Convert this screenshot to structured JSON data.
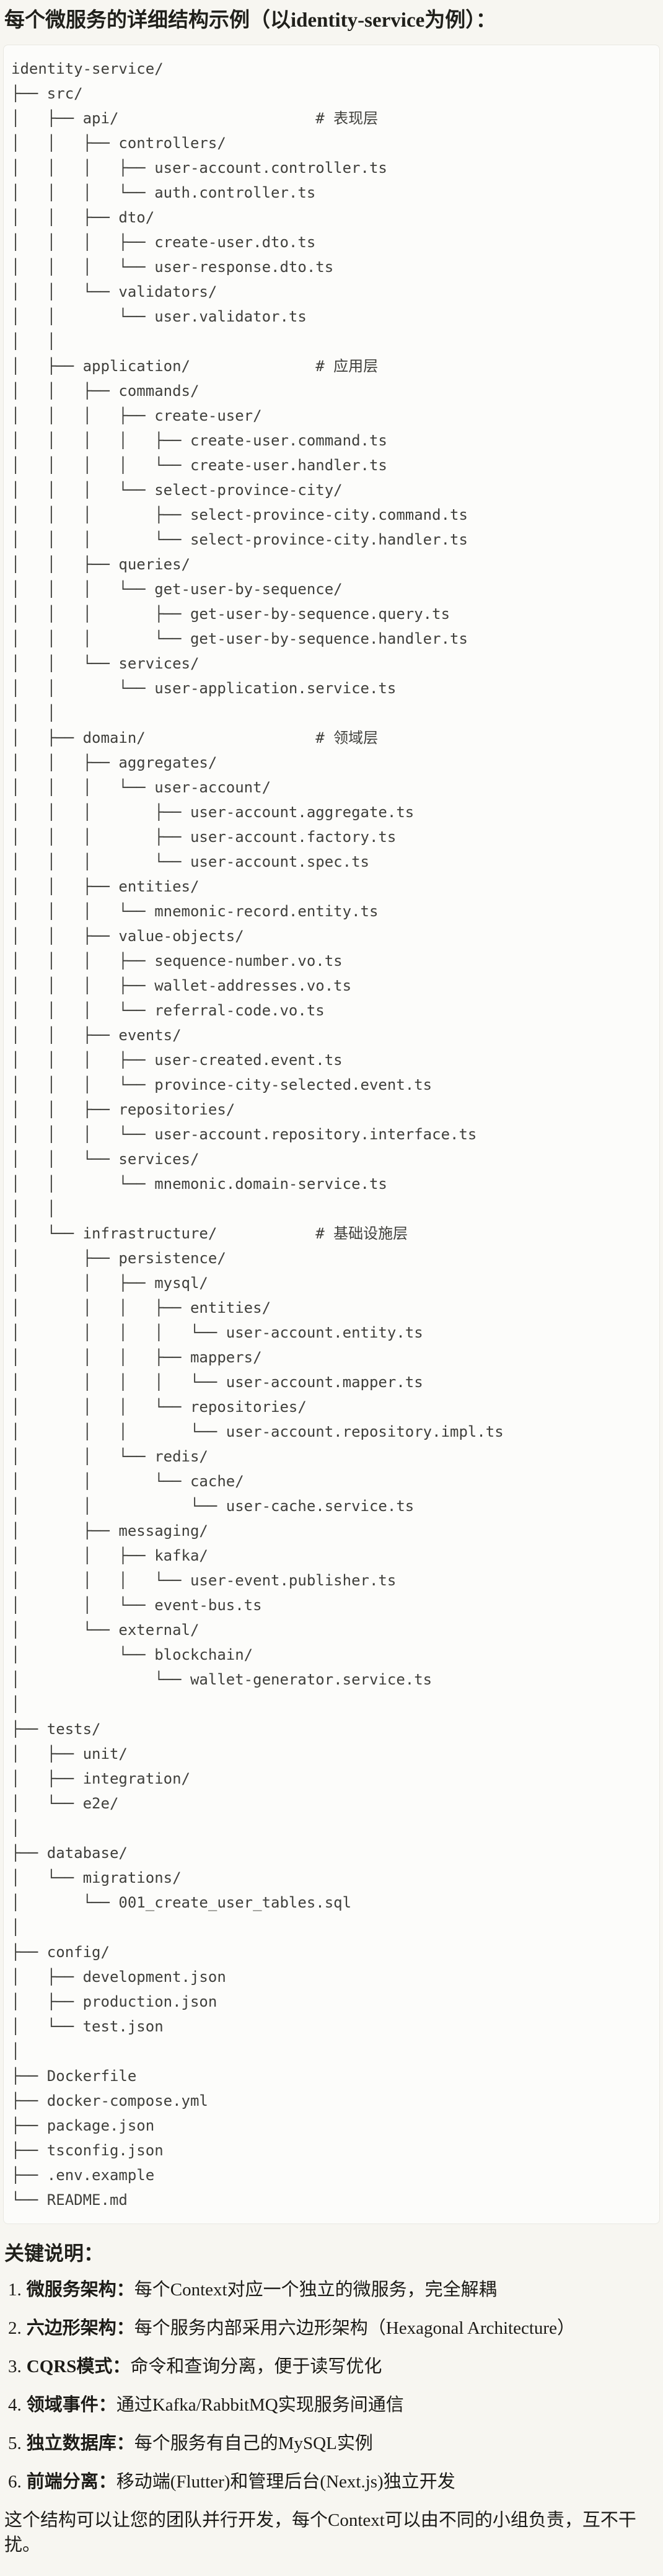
{
  "page": {
    "title": "每个微服务的详细结构示例（以identity-service为例）："
  },
  "tree": {
    "lines": [
      "identity-service/",
      "├── src/",
      "│   ├── api/                      # 表现层",
      "│   │   ├── controllers/",
      "│   │   │   ├── user-account.controller.ts",
      "│   │   │   └── auth.controller.ts",
      "│   │   ├── dto/",
      "│   │   │   ├── create-user.dto.ts",
      "│   │   │   └── user-response.dto.ts",
      "│   │   └── validators/",
      "│   │       └── user.validator.ts",
      "│   │",
      "│   ├── application/              # 应用层",
      "│   │   ├── commands/",
      "│   │   │   ├── create-user/",
      "│   │   │   │   ├── create-user.command.ts",
      "│   │   │   │   └── create-user.handler.ts",
      "│   │   │   └── select-province-city/",
      "│   │   │       ├── select-province-city.command.ts",
      "│   │   │       └── select-province-city.handler.ts",
      "│   │   ├── queries/",
      "│   │   │   └── get-user-by-sequence/",
      "│   │   │       ├── get-user-by-sequence.query.ts",
      "│   │   │       └── get-user-by-sequence.handler.ts",
      "│   │   └── services/",
      "│   │       └── user-application.service.ts",
      "│   │",
      "│   ├── domain/                   # 领域层",
      "│   │   ├── aggregates/",
      "│   │   │   └── user-account/",
      "│   │   │       ├── user-account.aggregate.ts",
      "│   │   │       ├── user-account.factory.ts",
      "│   │   │       └── user-account.spec.ts",
      "│   │   ├── entities/",
      "│   │   │   └── mnemonic-record.entity.ts",
      "│   │   ├── value-objects/",
      "│   │   │   ├── sequence-number.vo.ts",
      "│   │   │   ├── wallet-addresses.vo.ts",
      "│   │   │   └── referral-code.vo.ts",
      "│   │   ├── events/",
      "│   │   │   ├── user-created.event.ts",
      "│   │   │   └── province-city-selected.event.ts",
      "│   │   ├── repositories/",
      "│   │   │   └── user-account.repository.interface.ts",
      "│   │   └── services/",
      "│   │       └── mnemonic.domain-service.ts",
      "│   │",
      "│   └── infrastructure/           # 基础设施层",
      "│       ├── persistence/",
      "│       │   ├── mysql/",
      "│       │   │   ├── entities/",
      "│       │   │   │   └── user-account.entity.ts",
      "│       │   │   ├── mappers/",
      "│       │   │   │   └── user-account.mapper.ts",
      "│       │   │   └── repositories/",
      "│       │   │       └── user-account.repository.impl.ts",
      "│       │   └── redis/",
      "│       │       └── cache/",
      "│       │           └── user-cache.service.ts",
      "│       ├── messaging/",
      "│       │   ├── kafka/",
      "│       │   │   └── user-event.publisher.ts",
      "│       │   └── event-bus.ts",
      "│       └── external/",
      "│           └── blockchain/",
      "│               └── wallet-generator.service.ts",
      "│",
      "├── tests/",
      "│   ├── unit/",
      "│   ├── integration/",
      "│   └── e2e/",
      "│",
      "├── database/",
      "│   └── migrations/",
      "│       └── 001_create_user_tables.sql",
      "│",
      "├── config/",
      "│   ├── development.json",
      "│   ├── production.json",
      "│   └── test.json",
      "│",
      "├── Dockerfile",
      "├── docker-compose.yml",
      "├── package.json",
      "├── tsconfig.json",
      "├── .env.example",
      "└── README.md"
    ]
  },
  "notes": {
    "heading": "关键说明：",
    "items": [
      {
        "num": "1.",
        "term": "微服务架构：",
        "desc": "每个Context对应一个独立的微服务，完全解耦"
      },
      {
        "num": "2.",
        "term": "六边形架构：",
        "desc": "每个服务内部采用六边形架构（Hexagonal Architecture）"
      },
      {
        "num": "3.",
        "term": "CQRS模式：",
        "desc": "命令和查询分离，便于读写优化"
      },
      {
        "num": "4.",
        "term": "领域事件：",
        "desc": "通过Kafka/RabbitMQ实现服务间通信"
      },
      {
        "num": "5.",
        "term": "独立数据库：",
        "desc": "每个服务有自己的MySQL实例"
      },
      {
        "num": "6.",
        "term": "前端分离：",
        "desc": "移动端(Flutter)和管理后台(Next.js)独立开发"
      }
    ],
    "footer": "这个结构可以让您的团队并行开发，每个Context可以由不同的小组负责，互不干扰。"
  },
  "colors": {
    "page_background": "#F7F6F1",
    "code_background": "#FCFCFA",
    "code_border": "#E9E8E2",
    "code_text": "#3F3F3B",
    "body_text": "#1C1B17"
  }
}
